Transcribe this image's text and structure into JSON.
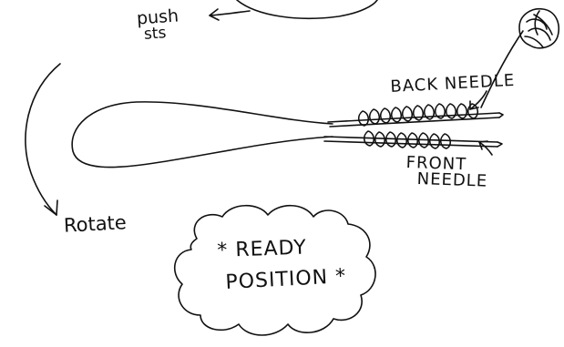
{
  "labels": {
    "push": "push",
    "sts": "sts",
    "back_needle": "BACK NEEDLE",
    "front": "FRONT",
    "needle": "NEEDLE",
    "rotate": "Rotate",
    "ready": "* READY",
    "position": "POSITION *"
  },
  "colors": {
    "ink": "#111111",
    "background": "#ffffff"
  }
}
